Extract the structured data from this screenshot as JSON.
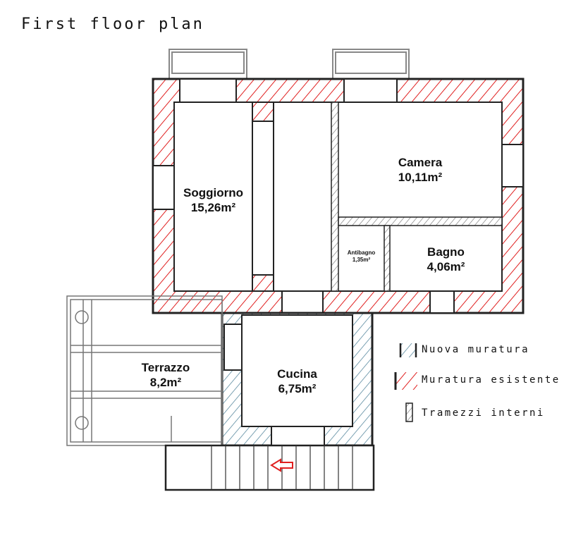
{
  "title": "First floor plan",
  "rooms": [
    {
      "name": "Soggiorno",
      "area": "15,26m²"
    },
    {
      "name": "Camera",
      "area": "10,11m²"
    },
    {
      "name": "Antibagno",
      "area": "1,35m²"
    },
    {
      "name": "Bagno",
      "area": "4,06m²"
    },
    {
      "name": "Terrazzo",
      "area": "8,2m²"
    },
    {
      "name": "Cucina",
      "area": "6,75m²"
    }
  ],
  "legend": [
    {
      "label": "Nuova muratura",
      "color": "#5a8aa0"
    },
    {
      "label": "Muratura esistente",
      "color": "#e02020"
    },
    {
      "label": "Tramezzi interni",
      "color": "#666666"
    }
  ]
}
